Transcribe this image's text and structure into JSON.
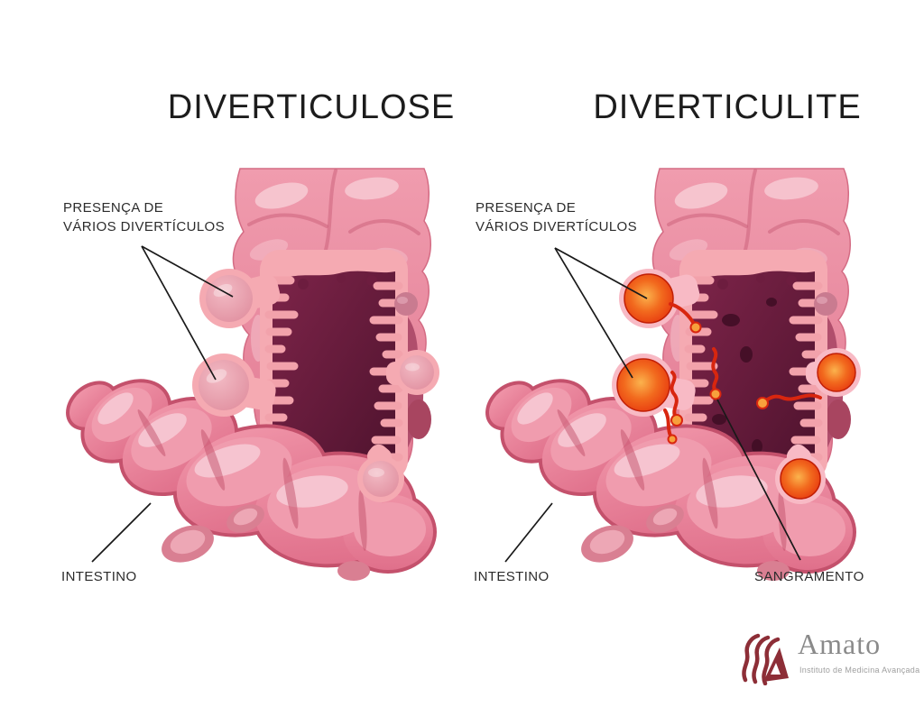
{
  "page": {
    "background": "#ffffff",
    "type": "medical-educational-diagram"
  },
  "panels": {
    "left": {
      "title": "DIVERTICULOSE",
      "label_diverticula_line1": "PRESENÇA DE",
      "label_diverticula_line2": "VÁRIOS DIVERTÍCULOS",
      "label_intestine": "INTESTINO"
    },
    "right": {
      "title": "DIVERTICULITE",
      "label_diverticula_line1": "PRESENÇA DE",
      "label_diverticula_line2": "VÁRIOS DIVERTÍCULOS",
      "label_intestine": "INTESTINO",
      "label_bleeding": "SANGRAMENTO"
    }
  },
  "logo": {
    "brand": "Amato",
    "tagline": "Instituto de Medicina Avançada",
    "mark": "amato-flame-a-mark"
  },
  "colors": {
    "bg": "#ffffff",
    "title-text": "#1c1c1c",
    "label-text": "#2c2c2c",
    "leader": "#191919",
    "body-pink": "#e8839a",
    "rim-pink": "#f5aab2",
    "frill": "#f2a2ab",
    "lumen-dark": "#6d1d3f",
    "inflamed-red": "#e42b0b",
    "inflamed-orange": "#f7a03c",
    "blood-red": "#d8260f",
    "logo-maroon": "#8d2e37",
    "logo-gray": "#8a8a8a",
    "tagline-gray": "#9e9e9e"
  }
}
